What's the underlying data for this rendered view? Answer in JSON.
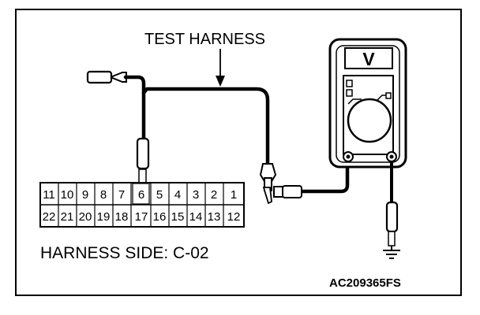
{
  "labels": {
    "test_harness": "TEST HARNESS",
    "harness_side": "HARNESS SIDE: C-02",
    "figure_code": "AC209365FS",
    "meter_mode": "V"
  },
  "connector": {
    "top_row": [
      "11",
      "10",
      "9",
      "8",
      "7",
      "6",
      "5",
      "4",
      "3",
      "2",
      "1"
    ],
    "bottom_row": [
      "22",
      "21",
      "20",
      "19",
      "18",
      "17",
      "16",
      "15",
      "14",
      "13",
      "12"
    ],
    "probed_pin": "6"
  }
}
